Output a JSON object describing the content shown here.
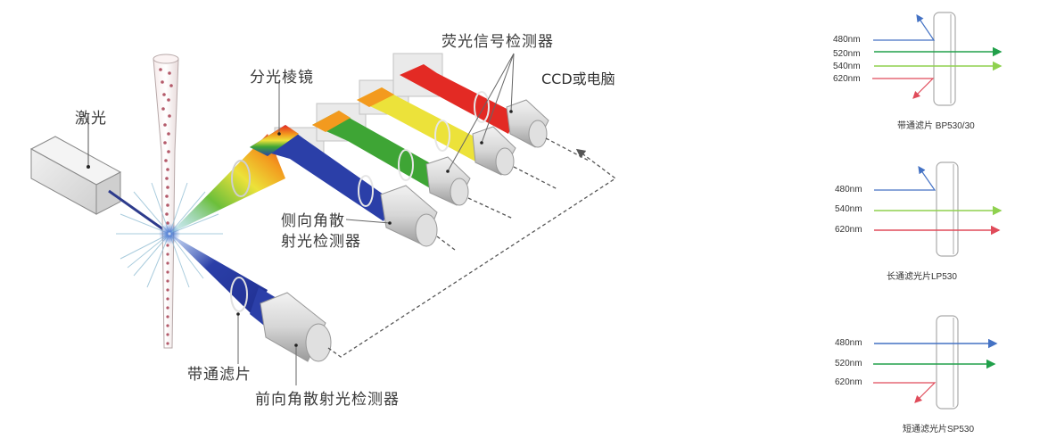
{
  "main_diagram": {
    "labels": {
      "laser": "激光",
      "prism": "分光棱镜",
      "fluorescence_detectors": "荧光信号检测器",
      "ccd_or_computer": "CCD或电脑",
      "side_scatter_line1": "侧向角散",
      "side_scatter_line2": "射光检测器",
      "bandpass_filter": "带通滤片",
      "forward_scatter_detector": "前向角散射光检测器"
    },
    "beam_colors": {
      "blue": "#2b3fa8",
      "green": "#3ea535",
      "yellow": "#ece23a",
      "red": "#e32a24",
      "laser_beam": "#2d3b8c"
    }
  },
  "filters": [
    {
      "caption": "带通滤片 BP530/30",
      "wavelengths": [
        {
          "label": "480nm",
          "color": "#4472c4",
          "behavior": "reflected"
        },
        {
          "label": "520nm",
          "color": "#21a04a",
          "behavior": "transmitted"
        },
        {
          "label": "540nm",
          "color": "#8fd14f",
          "behavior": "transmitted"
        },
        {
          "label": "620nm",
          "color": "#e04b5a",
          "behavior": "reflected"
        }
      ]
    },
    {
      "caption": "长通滤光片LP530",
      "wavelengths": [
        {
          "label": "480nm",
          "color": "#4472c4",
          "behavior": "reflected"
        },
        {
          "label": "540nm",
          "color": "#8fd14f",
          "behavior": "transmitted"
        },
        {
          "label": "620nm",
          "color": "#e04b5a",
          "behavior": "transmitted"
        }
      ]
    },
    {
      "caption": "短通滤光片SP530",
      "wavelengths": [
        {
          "label": "480nm",
          "color": "#4472c4",
          "behavior": "transmitted"
        },
        {
          "label": "520nm",
          "color": "#21a04a",
          "behavior": "transmitted"
        },
        {
          "label": "620nm",
          "color": "#e04b5a",
          "behavior": "reflected"
        }
      ]
    }
  ]
}
